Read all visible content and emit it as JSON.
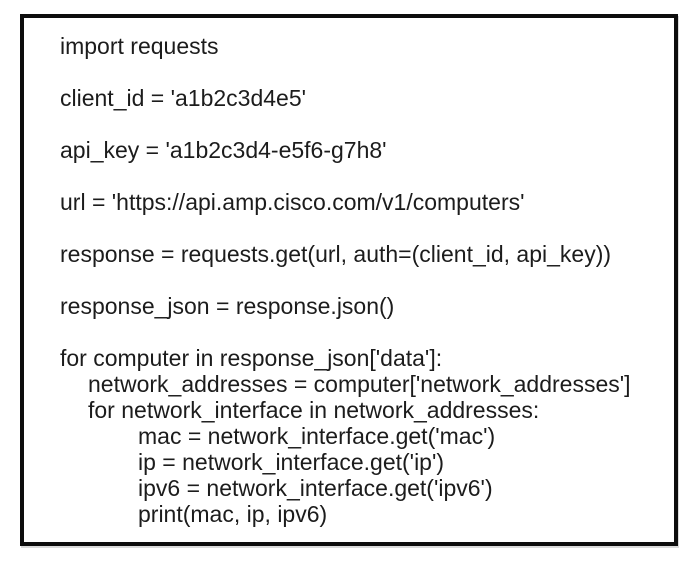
{
  "page": {
    "background_color": "#ffffff"
  },
  "code_box": {
    "border_color": "#0d0d0d",
    "background_color": "#ffffff",
    "text_color": "#1c1c1c",
    "language": "python",
    "lines": [
      {
        "text": "import requests",
        "indent": 0
      },
      {
        "text": "",
        "indent": 0
      },
      {
        "text": "client_id = 'a1b2c3d4e5'",
        "indent": 0
      },
      {
        "text": "",
        "indent": 0
      },
      {
        "text": "api_key = 'a1b2c3d4-e5f6-g7h8'",
        "indent": 0
      },
      {
        "text": "",
        "indent": 0
      },
      {
        "text": "url = 'https://api.amp.cisco.com/v1/computers'",
        "indent": 0
      },
      {
        "text": "",
        "indent": 0
      },
      {
        "text": "response = requests.get(url, auth=(client_id, api_key))",
        "indent": 0
      },
      {
        "text": "",
        "indent": 0
      },
      {
        "text": "response_json = response.json()",
        "indent": 0
      },
      {
        "text": "",
        "indent": 0
      },
      {
        "text": "for computer in response_json['data']:",
        "indent": 0
      },
      {
        "text": "network_addresses = computer['network_addresses']",
        "indent": 1
      },
      {
        "text": "for network_interface in network_addresses:",
        "indent": 1
      },
      {
        "text": "mac = network_interface.get('mac')",
        "indent": 2
      },
      {
        "text": "ip = network_interface.get('ip')",
        "indent": 2
      },
      {
        "text": "ipv6 = network_interface.get('ipv6')",
        "indent": 2
      },
      {
        "text": "print(mac, ip, ipv6)",
        "indent": 2
      }
    ]
  }
}
